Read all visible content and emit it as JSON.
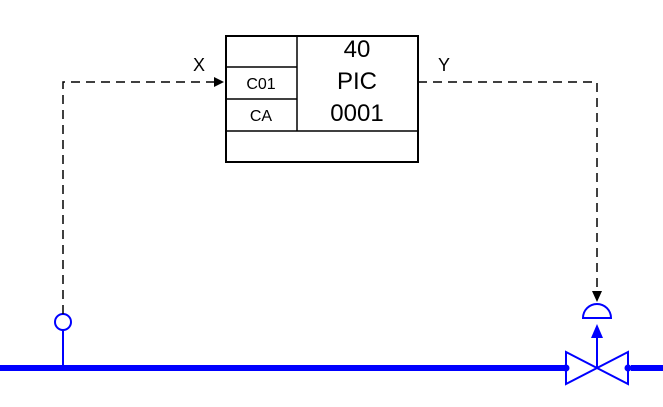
{
  "block": {
    "loop_number": "40",
    "tag": "PIC",
    "instance": "0001",
    "left_labels": [
      "C01",
      "CA"
    ]
  },
  "signals": {
    "input": "X",
    "output": "Y"
  },
  "colors": {
    "line": "#000000",
    "process": "#0000ff",
    "background": "#ffffff"
  },
  "icons": {
    "sensor": "sensor-tap-circle-icon",
    "actuator": "diaphragm-actuator-icon",
    "valve": "bowtie-valve-icon",
    "arrow": "arrowhead-icon"
  }
}
